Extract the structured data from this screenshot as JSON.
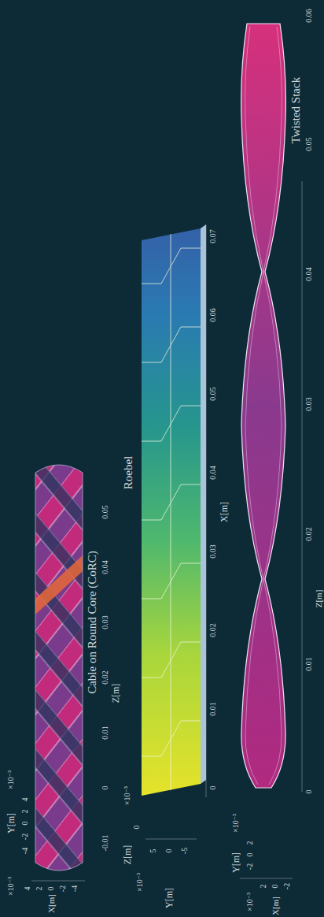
{
  "diagram": {
    "labels": [
      "Cable on Round Core (CoRC)",
      "0.05",
      "0.04",
      "0.03",
      "0.02",
      "0.01",
      "0",
      "-0.01",
      "Z[m]",
      "×10⁻³",
      "Y[m]",
      "4",
      "2",
      "0",
      "-2",
      "-4",
      "×10⁻³",
      "X[m]",
      "4",
      "2",
      "0",
      "-2",
      "-4",
      "Roebel",
      "0",
      "0.01",
      "0.02",
      "0.03",
      "0.04",
      "0.05",
      "0.06",
      "0.07",
      "X[m]",
      "×10⁻³",
      "Y[m]",
      "5",
      "0",
      "-5",
      "×10⁻⁵",
      "0",
      "Z[m]",
      "Twisted Stack",
      "0.06",
      "0.05",
      "0.04",
      "0.03",
      "0.02",
      "0.01",
      "0",
      "Z[m]",
      "×10⁻³",
      "Y[m]",
      "2",
      "0",
      "-2",
      "2",
      "0",
      "-2",
      "×10⁻³",
      "X[m]"
    ]
  }
}
